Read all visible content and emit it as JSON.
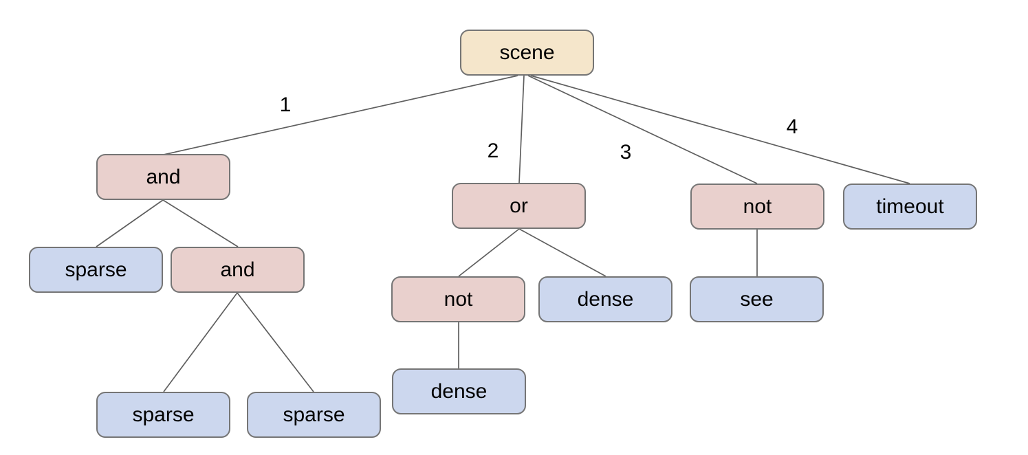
{
  "diagram": {
    "type": "tree",
    "background_color": "#ffffff",
    "node_colors": {
      "root_fill": "#f5e6cb",
      "operator_fill": "#e9d0cd",
      "leaf_fill": "#ccd7ee",
      "border": "#757575",
      "edge_line": "#5f5f5f",
      "text": "#000000"
    },
    "nodes": {
      "scene": "scene",
      "and_top": "and",
      "sparse_left": "sparse",
      "and_inner": "and",
      "sparse_bottom_1": "sparse",
      "sparse_bottom_2": "sparse",
      "or_node": "or",
      "not_under_or": "not",
      "dense_right": "dense",
      "dense_bottom": "dense",
      "not_branch3": "not",
      "see_node": "see",
      "timeout_node": "timeout"
    },
    "edges": {
      "labels": [
        "1",
        "2",
        "3",
        "4"
      ],
      "relations": [
        {
          "from": "scene",
          "to": "and_top",
          "label": "1"
        },
        {
          "from": "scene",
          "to": "or_node",
          "label": "2"
        },
        {
          "from": "scene",
          "to": "not_branch3",
          "label": "3"
        },
        {
          "from": "scene",
          "to": "timeout_node",
          "label": "4"
        },
        {
          "from": "and_top",
          "to": "sparse_left",
          "label": ""
        },
        {
          "from": "and_top",
          "to": "and_inner",
          "label": ""
        },
        {
          "from": "and_inner",
          "to": "sparse_bottom_1",
          "label": ""
        },
        {
          "from": "and_inner",
          "to": "sparse_bottom_2",
          "label": ""
        },
        {
          "from": "or_node",
          "to": "not_under_or",
          "label": ""
        },
        {
          "from": "or_node",
          "to": "dense_right",
          "label": ""
        },
        {
          "from": "not_under_or",
          "to": "dense_bottom",
          "label": ""
        },
        {
          "from": "not_branch3",
          "to": "see_node",
          "label": ""
        }
      ]
    }
  }
}
